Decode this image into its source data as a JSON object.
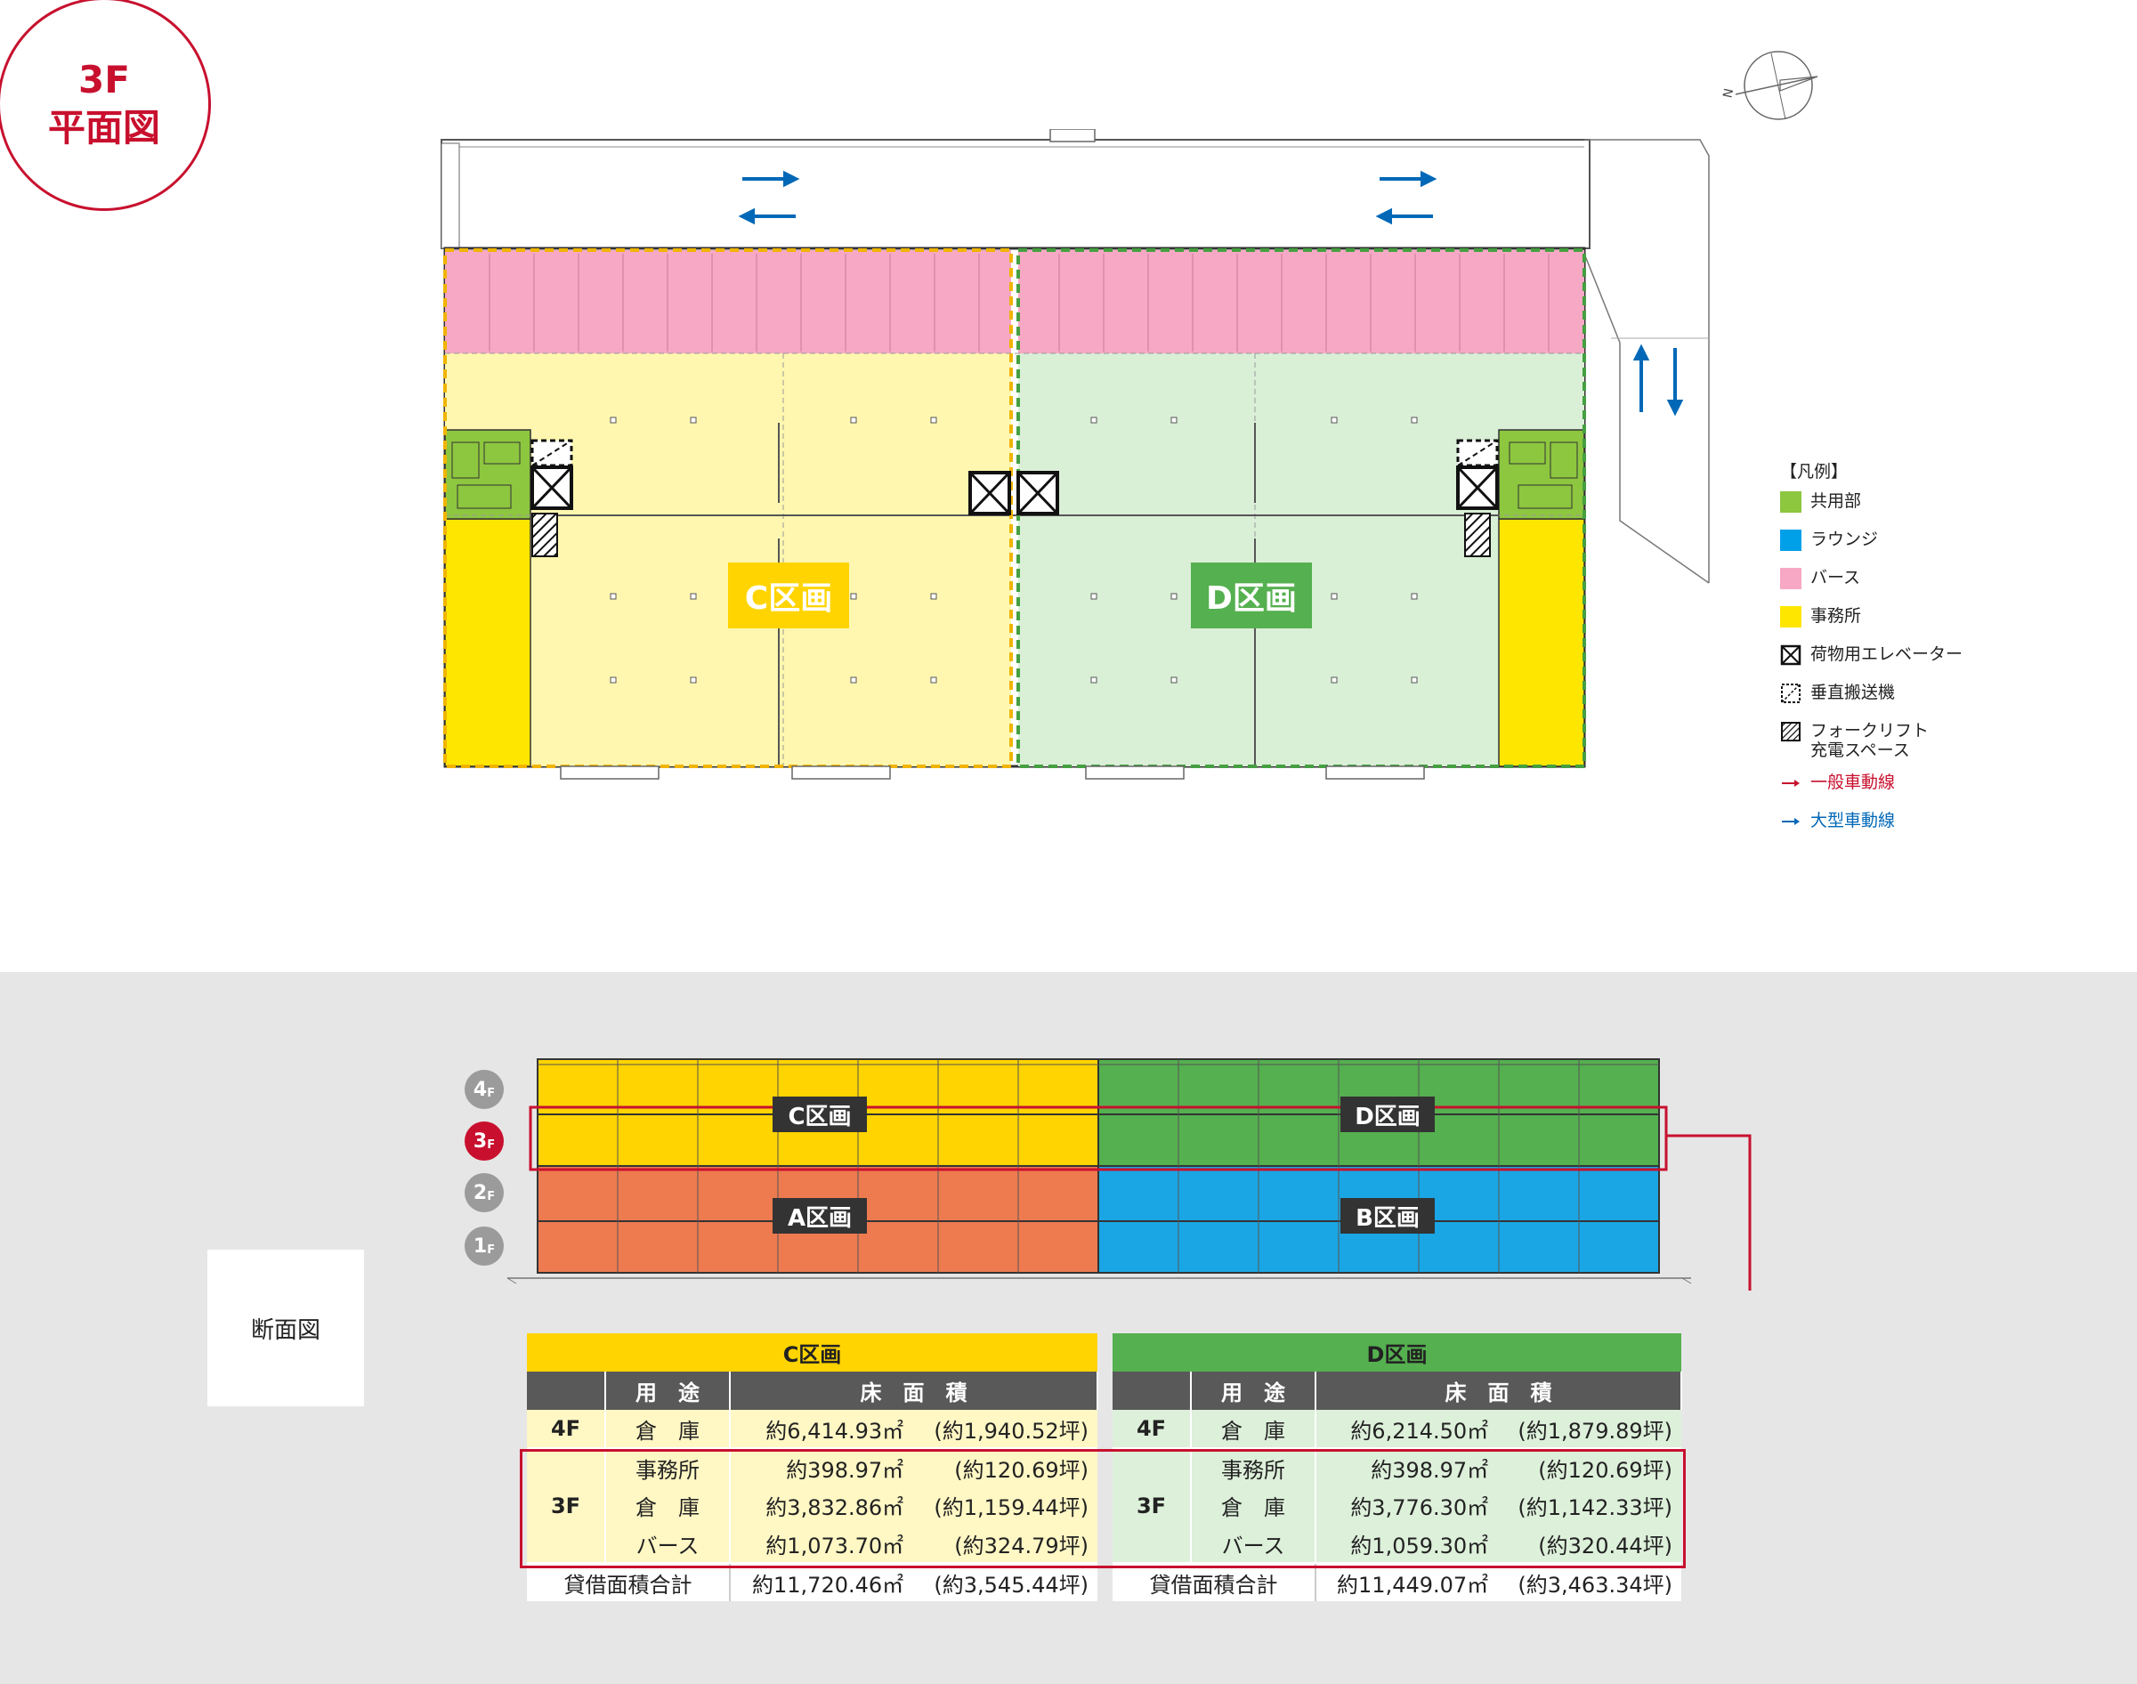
{
  "badge": {
    "line1": "3F",
    "line2": "平面図"
  },
  "plan": {
    "zone_c_label": "C区画",
    "zone_d_label": "D区画",
    "compass_letter": "N"
  },
  "legend": {
    "title": "【凡例】",
    "items": [
      {
        "label": "共用部",
        "color": "#8dc63f"
      },
      {
        "label": "ラウンジ",
        "color": "#00a0e9"
      },
      {
        "label": "バース",
        "color": "#f7a8c4"
      },
      {
        "label": "事務所",
        "color": "#ffe600"
      },
      {
        "label": "荷物用エレベーター",
        "icon": "crossed-box-icon"
      },
      {
        "label": "垂直搬送機",
        "icon": "dashed-box-icon"
      },
      {
        "label_line1": "フォークリフト",
        "label_line2": "充電スペース",
        "icon": "hatched-box-icon"
      },
      {
        "label": "一般車動線",
        "color": "#c8102e"
      },
      {
        "label": "大型車動線",
        "color": "#0068b7"
      }
    ]
  },
  "section": {
    "title": "断面図",
    "floors": [
      {
        "num": "4",
        "suffix": "F"
      },
      {
        "num": "3",
        "suffix": "F"
      },
      {
        "num": "2",
        "suffix": "F"
      },
      {
        "num": "1",
        "suffix": "F"
      }
    ],
    "labels": {
      "c": "C区画",
      "d": "D区画",
      "a": "A区画",
      "b": "B区画"
    },
    "colors": {
      "c": "#ffd400",
      "d": "#55b04f",
      "a": "#ee7a4f",
      "b": "#1aa6e4",
      "highlight": "#c8102e"
    }
  },
  "tables": {
    "headers": {
      "use": "用　途",
      "area": "床　面　積"
    },
    "c": {
      "title": "C区画",
      "rows": [
        {
          "floor": "4F",
          "use": "倉　庫",
          "sqm": "約6,414.93㎡",
          "tsubo": "(約1,940.52坪)"
        },
        {
          "floor": "3F",
          "use": "事務所",
          "sqm": "約398.97㎡",
          "tsubo": "(約120.69坪)"
        },
        {
          "floor": "",
          "use": "倉　庫",
          "sqm": "約3,832.86㎡",
          "tsubo": "(約1,159.44坪)"
        },
        {
          "floor": "",
          "use": "バース",
          "sqm": "約1,073.70㎡",
          "tsubo": "(約324.79坪)"
        }
      ],
      "total_label": "貸借面積合計",
      "total_sqm": "約11,720.46㎡",
      "total_tsubo": "(約3,545.44坪)"
    },
    "d": {
      "title": "D区画",
      "rows": [
        {
          "floor": "4F",
          "use": "倉　庫",
          "sqm": "約6,214.50㎡",
          "tsubo": "(約1,879.89坪)"
        },
        {
          "floor": "3F",
          "use": "事務所",
          "sqm": "約398.97㎡",
          "tsubo": "(約120.69坪)"
        },
        {
          "floor": "",
          "use": "倉　庫",
          "sqm": "約3,776.30㎡",
          "tsubo": "(約1,142.33坪)"
        },
        {
          "floor": "",
          "use": "バース",
          "sqm": "約1,059.30㎡",
          "tsubo": "(約320.44坪)"
        }
      ],
      "total_label": "貸借面積合計",
      "total_sqm": "約11,449.07㎡",
      "total_tsubo": "(約3,463.34坪)"
    }
  }
}
